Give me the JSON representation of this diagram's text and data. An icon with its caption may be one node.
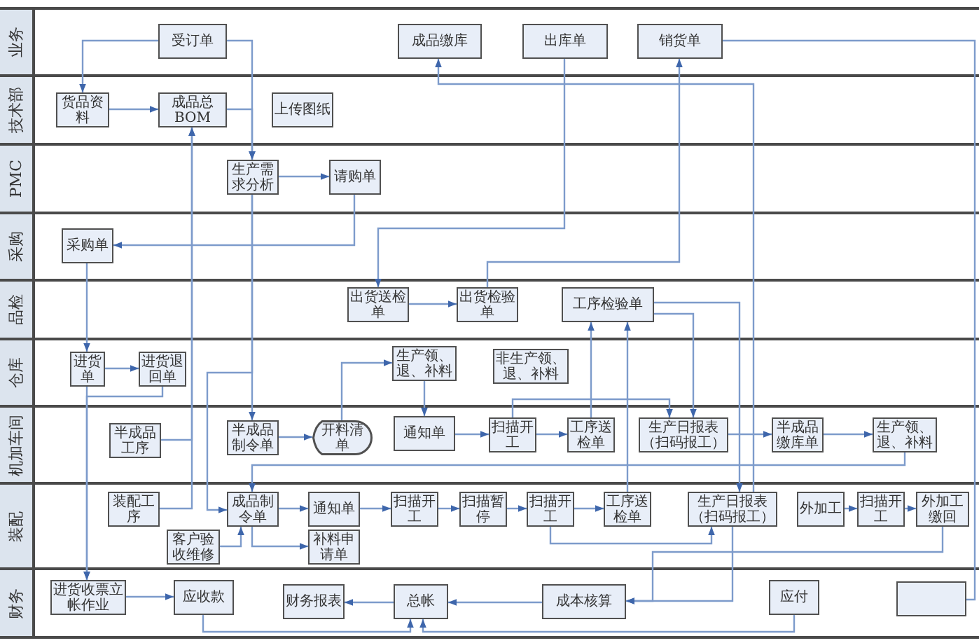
{
  "diagram": {
    "nodes": [
      {
        "text": [
          "业务"
        ]
      },
      {
        "text": [
          "受订单"
        ],
        "in": 0
      },
      {
        "text": [
          "成品缴库"
        ],
        "in": 0
      },
      {
        "text": [
          "出库单"
        ],
        "in": 0
      },
      {
        "text": [
          "销货单"
        ],
        "in": 0
      },
      {
        "text": [
          "技术部"
        ]
      },
      {
        "text": [
          "货品资料"
        ],
        "in": 5
      },
      {
        "text": [
          "成品总BOM"
        ],
        "in": 5
      },
      {
        "text": [
          "上传图纸"
        ],
        "in": 5
      },
      {
        "text": [
          "PMC"
        ]
      },
      {
        "text": [
          "生产需求分析"
        ],
        "in": 9
      },
      {
        "text": [
          "请购单"
        ],
        "in": 9
      },
      {
        "text": [
          "采购"
        ]
      },
      {
        "text": [
          "采购单"
        ],
        "in": 12
      },
      {
        "text": [
          "品检"
        ]
      },
      {
        "text": [
          "出货送检单"
        ],
        "in": 14
      },
      {
        "text": [
          "出货检验单"
        ],
        "in": 14
      },
      {
        "text": [
          "工序检验单"
        ],
        "in": 14
      },
      {
        "text": [
          "仓库"
        ]
      },
      {
        "text": [
          "进货单"
        ],
        "in": 18
      },
      {
        "text": [
          "进货退回单"
        ],
        "in": 18
      },
      {
        "text": [
          "生产领、退、补料"
        ],
        "in": 18
      },
      {
        "text": [
          "非生产领、退、补料"
        ],
        "in": 18
      },
      {
        "text": [
          "机加车间"
        ]
      },
      {
        "text": [
          "半成品工序"
        ],
        "in": 23
      },
      {
        "text": [
          "半成品制令单"
        ],
        "in": 23
      },
      {
        "text": [
          "开料清单"
        ],
        "in": 23
      },
      {
        "text": [
          "通知单"
        ],
        "in": 23
      },
      {
        "text": [
          "扫描开工"
        ],
        "in": 23
      },
      {
        "text": [
          "工序送检单"
        ],
        "in": 23
      },
      {
        "text": [
          "生产日报表（扫码报工）"
        ],
        "in": 23
      },
      {
        "text": [
          "半成品缴库单"
        ],
        "in": 23
      },
      {
        "text": [
          "生产领、退、补料"
        ],
        "in": 23
      },
      {
        "text": [
          "装配"
        ]
      },
      {
        "text": [
          "装配工序"
        ],
        "in": 33
      },
      {
        "text": [
          "成品制令单"
        ],
        "in": 33
      },
      {
        "text": [
          "通知单"
        ],
        "in": 33
      },
      {
        "text": [
          "扫描开工"
        ],
        "in": 33
      },
      {
        "text": [
          "扫描暂停"
        ],
        "in": 33
      },
      {
        "text": [
          "扫描开工"
        ],
        "in": 33
      },
      {
        "text": [
          "工序送检单"
        ],
        "in": 33
      },
      {
        "text": [
          "生产日报表（扫码报工）"
        ],
        "in": 33
      },
      {
        "text": [
          "外加工"
        ],
        "in": 33
      },
      {
        "text": [
          "扫描开工"
        ],
        "in": 33
      },
      {
        "text": [
          "外加工缴回"
        ],
        "in": 33
      },
      {
        "text": [
          "客户验收维修"
        ],
        "in": 33
      },
      {
        "text": [
          "补料申请单"
        ],
        "in": 33
      },
      {
        "text": [
          "财务"
        ]
      },
      {
        "text": [
          "进货收票立帐作业"
        ],
        "in": 47
      },
      {
        "text": [
          "应收款"
        ],
        "in": 47
      },
      {
        "text": [
          "财务报表"
        ],
        "in": 47
      },
      {
        "text": [
          "总帐"
        ],
        "in": 47
      },
      {
        "text": [
          "成本核算"
        ],
        "in": 47
      },
      {
        "text": [
          "应付"
        ],
        "in": 47
      },
      {
        "text": [],
        "shape": "box",
        "in": 47
      }
    ],
    "edges": [
      {
        "from": 1,
        "to": 6,
        "arrow": "to"
      },
      {
        "from": 1,
        "to": 10,
        "arrow": "to"
      },
      {
        "from": 6,
        "to": 7,
        "arrow": "to"
      },
      {
        "from": 7,
        "to": 10,
        "arrow": "to"
      },
      {
        "from": 10,
        "to": 11,
        "arrow": "to"
      },
      {
        "from": 11,
        "to": 13,
        "arrow": "to"
      },
      {
        "from": 24,
        "to": 7,
        "arrow": "to"
      },
      {
        "from": 34,
        "to": 7,
        "arrow": "to"
      },
      {
        "from": 3,
        "to": 15,
        "arrow": "to"
      },
      {
        "from": 15,
        "to": 16,
        "arrow": "to"
      },
      {
        "from": 16,
        "to": 4,
        "arrow": "to"
      },
      {
        "from": 4,
        "to": 54,
        "arrow": "none"
      },
      {
        "from": 41,
        "to": 2,
        "arrow": "to"
      },
      {
        "from": 13,
        "to": 19,
        "arrow": "to"
      },
      {
        "from": 19,
        "to": 20,
        "arrow": "to"
      },
      {
        "from": 19,
        "to": 48,
        "arrow": "to"
      },
      {
        "from": 20,
        "to": 48,
        "arrow": "to"
      },
      {
        "from": 10,
        "to": 25,
        "arrow": "to"
      },
      {
        "from": 10,
        "to": 35,
        "arrow": "to"
      },
      {
        "from": 25,
        "to": 26,
        "arrow": "to"
      },
      {
        "from": 26,
        "to": 21,
        "arrow": "to"
      },
      {
        "from": 21,
        "to": 27,
        "arrow": "to"
      },
      {
        "from": 27,
        "to": 28,
        "arrow": "to"
      },
      {
        "from": 28,
        "to": 29,
        "arrow": "to"
      },
      {
        "from": 28,
        "to": 30,
        "arrow": "to"
      },
      {
        "from": 29,
        "to": 17,
        "arrow": "to"
      },
      {
        "from": 17,
        "to": 30,
        "arrow": "to"
      },
      {
        "from": 17,
        "to": 41,
        "arrow": "to"
      },
      {
        "from": 40,
        "to": 17,
        "arrow": "to"
      },
      {
        "from": 30,
        "to": 31,
        "arrow": "to"
      },
      {
        "from": 31,
        "to": 32,
        "arrow": "to"
      },
      {
        "from": 32,
        "to": 35,
        "arrow": "to"
      },
      {
        "from": 35,
        "to": 36,
        "arrow": "to"
      },
      {
        "from": 35,
        "to": 46,
        "arrow": "to"
      },
      {
        "from": 45,
        "to": 35,
        "arrow": "to"
      },
      {
        "from": 36,
        "to": 37,
        "arrow": "to"
      },
      {
        "from": 37,
        "to": 38,
        "arrow": "to"
      },
      {
        "from": 38,
        "to": 39,
        "arrow": "to"
      },
      {
        "from": 39,
        "to": 40,
        "arrow": "to"
      },
      {
        "from": 39,
        "to": 41,
        "arrow": "to"
      },
      {
        "from": 42,
        "to": 43,
        "arrow": "to"
      },
      {
        "from": 43,
        "to": 44,
        "arrow": "to"
      },
      {
        "from": 44,
        "to": 52,
        "arrow": "to"
      },
      {
        "from": 41,
        "to": 52,
        "arrow": "to"
      },
      {
        "from": 48,
        "to": 49,
        "arrow": "to"
      },
      {
        "from": 49,
        "to": 51,
        "arrow": "to"
      },
      {
        "from": 53,
        "to": 51,
        "arrow": "to"
      },
      {
        "from": 51,
        "to": 50,
        "arrow": "to"
      },
      {
        "from": 52,
        "to": 51,
        "arrow": "to"
      }
    ]
  }
}
